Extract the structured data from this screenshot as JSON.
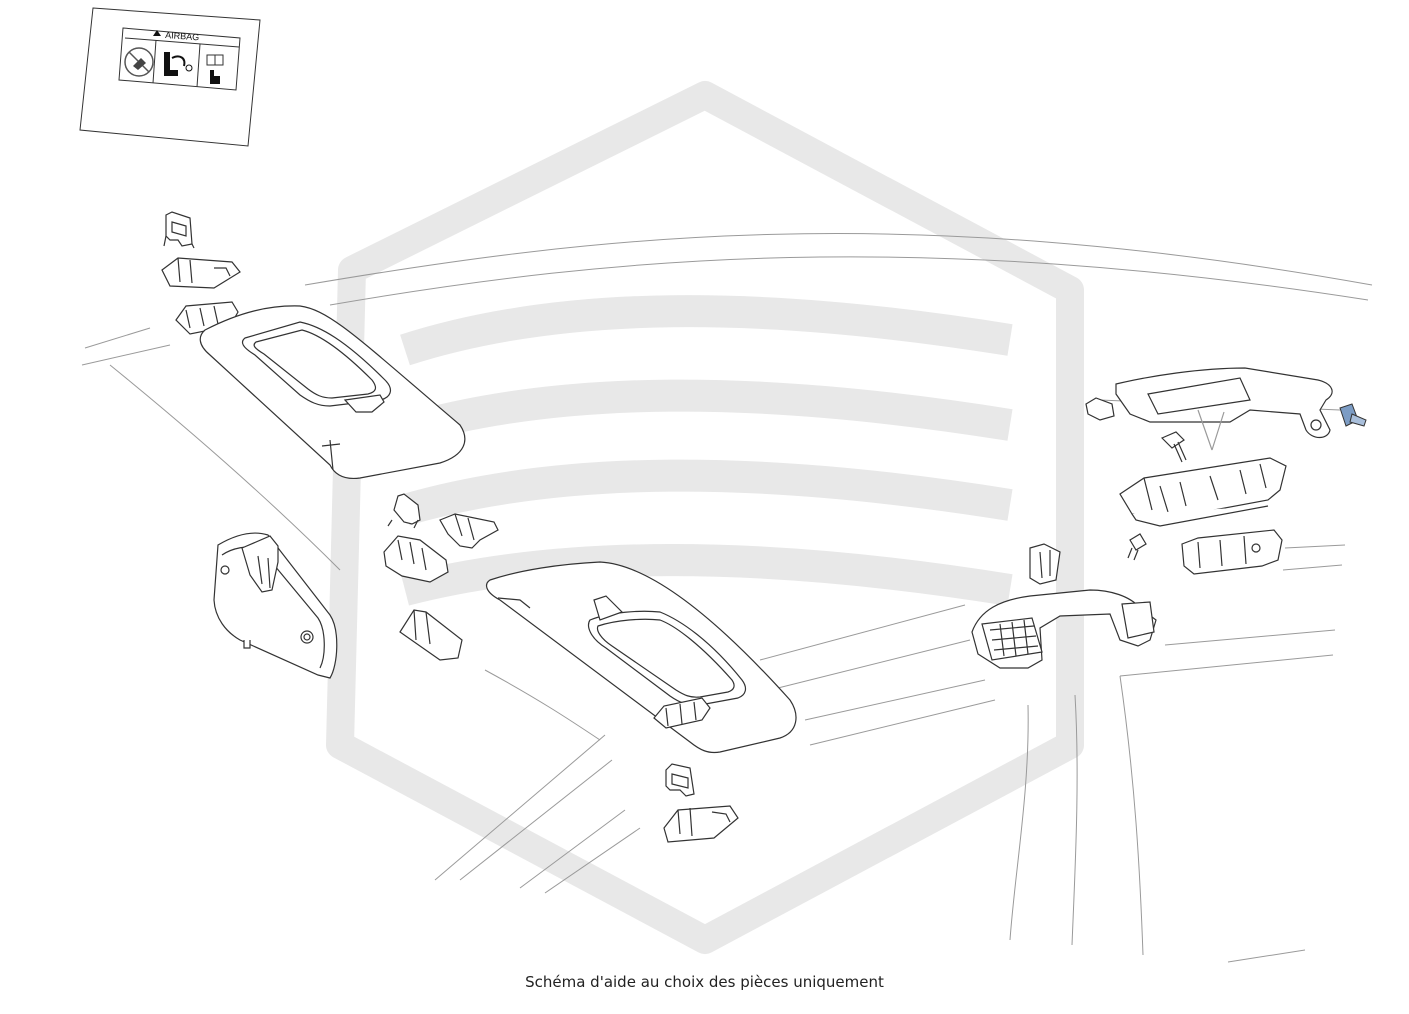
{
  "caption": "Schéma d'aide au choix des pièces uniquement",
  "airbag_label": {
    "title": "AIRBAG"
  },
  "colors": {
    "line": "#333333",
    "light_line": "#9a9a9a",
    "watermark": "#e8e8e8",
    "screw_blue": "#7c9cc4"
  },
  "watermark": {
    "icon": "brand-logo-watermark"
  }
}
